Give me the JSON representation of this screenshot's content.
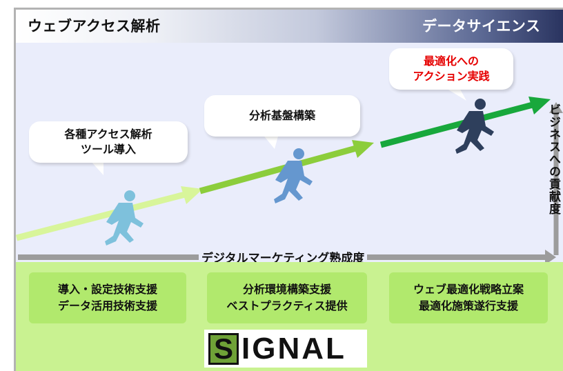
{
  "header": {
    "left_title": "ウェブアクセス解析",
    "right_title": "データサイエンス"
  },
  "steps": [
    {
      "label": "各種アクセス解析\nツール導入",
      "color": "#111111"
    },
    {
      "label": "分析基盤構築",
      "color": "#111111"
    },
    {
      "label": "最適化への\nアクション実践",
      "color": "#e60000"
    }
  ],
  "axes": {
    "y_label": "ビジネスへの貢献度",
    "x_label": "デジタルマーケティング熟成度"
  },
  "services": [
    {
      "label": "導入・設定技術支援\nデータ活用技術支援"
    },
    {
      "label": "分析環境構築支援\nベストプラクティス提供"
    },
    {
      "label": "ウェブ最適化戦略立案\n最適化施策遂行支援"
    }
  ],
  "logo": {
    "text": "SIGNAL",
    "initial": "S",
    "rest": "IGNAL"
  },
  "colors": {
    "main_bg": "#eaedfb",
    "bottom_bg": "#c9f291",
    "service_box": "#b1e96d",
    "arrow_stage1": "#d8f59a",
    "arrow_stage2": "#8ccd3c",
    "arrow_stage3": "#18a83c",
    "figure_light": "#7ec1dc",
    "figure_mid": "#6597cf",
    "figure_dark": "#2e3f5c",
    "accent_red": "#e60000"
  },
  "icons": [
    "running-person-icon",
    "growth-arrow-icon",
    "axis-arrow-icon"
  ]
}
